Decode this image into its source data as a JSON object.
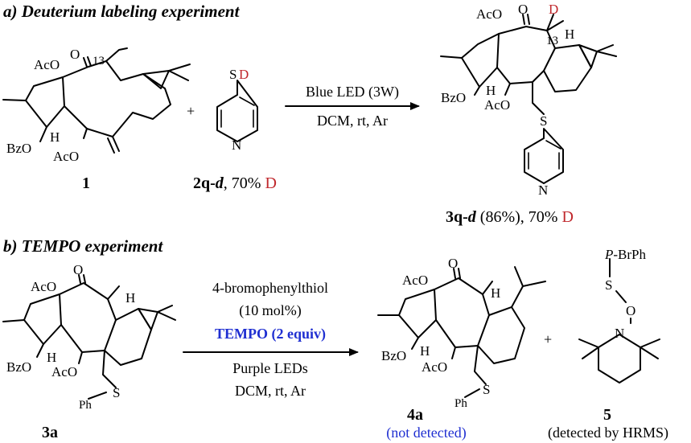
{
  "panel_a": {
    "heading": "a) Deuterium labeling experiment",
    "compound_1": {
      "number": "1",
      "groups": {
        "oac_top": "AcO",
        "o_carbonyl": "O",
        "c13": "13",
        "h": "H",
        "bzo": "BzO",
        "oac_bottom": "AcO"
      }
    },
    "plus": "+",
    "reagent": {
      "s_label": "S",
      "d_label": "D",
      "n_label": "N",
      "name_bold": "2q-",
      "name_italic": "d",
      "name_rest": ", 70% ",
      "name_d": "D"
    },
    "conditions": {
      "line1": "Blue LED (3W)",
      "line2": "DCM, rt, Ar"
    },
    "product": {
      "groups": {
        "oac_top": "AcO",
        "o_carbonyl": "O",
        "d_label": "D",
        "c13": "13",
        "h_right": "H",
        "bzo": "BzO",
        "h": "H",
        "oac_bottom": "AcO",
        "s_label": "S",
        "n_label": "N"
      },
      "name_bold": "3q-",
      "name_italic": "d",
      "name_rest": " (86%), 70% ",
      "name_d": "D"
    }
  },
  "panel_b": {
    "heading": "b) TEMPO experiment",
    "compound_3a": {
      "number": "3a",
      "groups": {
        "oac_top": "AcO",
        "o_carbonyl": "O",
        "h_right": "H",
        "bzo": "BzO",
        "h": "H",
        "oac_bottom": "AcO",
        "s_label": "S",
        "ph": "Ph"
      }
    },
    "conditions": {
      "line1": "4-bromophenylthiol",
      "line2": "(10 mol%)",
      "line3": "TEMPO (2 equiv)",
      "line4": "Purple LEDs",
      "line5": "DCM, rt, Ar"
    },
    "product_4a": {
      "number": "4a",
      "note": "(not detected)",
      "groups": {
        "oac_top": "AcO",
        "o_carbonyl": "O",
        "h_right": "H",
        "bzo": "BzO",
        "h": "H",
        "oac_bottom": "AcO",
        "s_label": "S",
        "ph": "Ph"
      }
    },
    "plus": "+",
    "product_5": {
      "number": "5",
      "note": "(detected by HRMS)",
      "p_label": "P",
      "brph": "-BrPh",
      "s_label": "S",
      "o_label": "O",
      "n_label": "N"
    }
  },
  "colors": {
    "red": "#c0282d",
    "blue": "#1f2fd1"
  }
}
